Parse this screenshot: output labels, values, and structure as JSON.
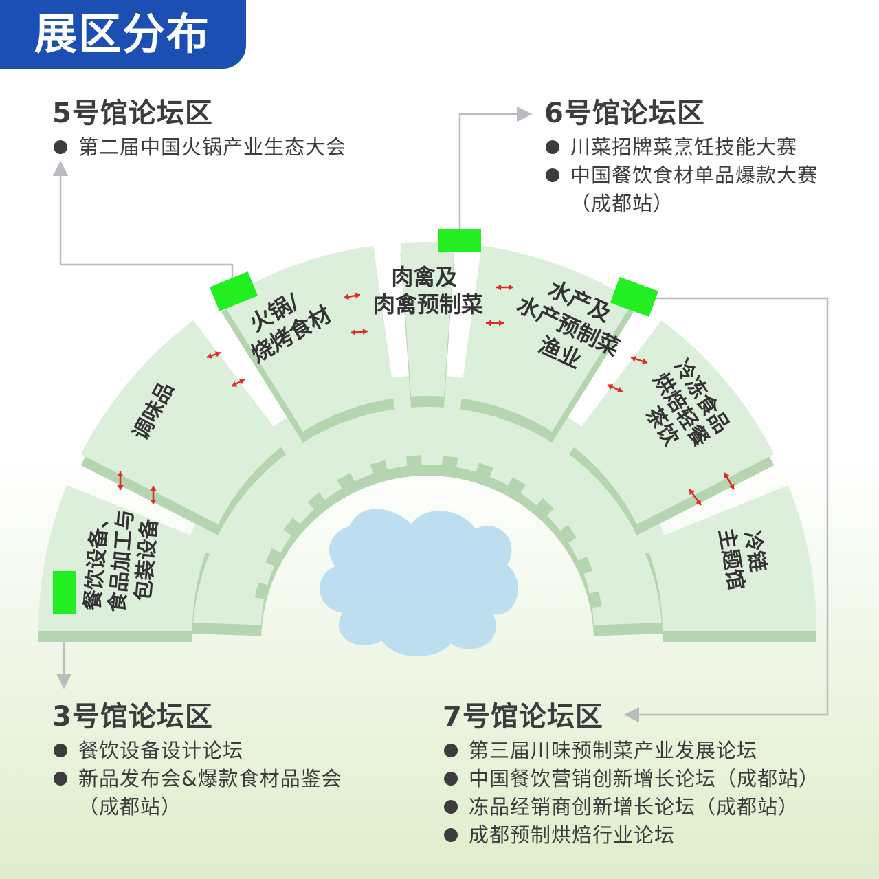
{
  "title": "展区分布",
  "forums": {
    "h5": {
      "title": "5号馆论坛区",
      "items": [
        "第二届中国火锅产业生态大会"
      ]
    },
    "h6": {
      "title": "6号馆论坛区",
      "items": [
        "川菜招牌菜烹饪技能大赛",
        "中国餐饮食材单品爆款大赛",
        "（成都站）"
      ]
    },
    "h3": {
      "title": "3号馆论坛区",
      "items": [
        "餐饮设备设计论坛",
        "新品发布会&爆款食材品鉴会",
        "（成都站）"
      ]
    },
    "h7": {
      "title": "7号馆论坛区",
      "items": [
        "第三届川味预制菜产业发展论坛",
        "中国餐饮营销创新增长论坛（成都站）",
        "冻品经销商创新增长论坛（成都站）",
        "成都预制烘焙行业论坛"
      ]
    }
  },
  "zones": {
    "z1": [
      "餐饮设备、",
      "食品加工与",
      "包装设备"
    ],
    "z2": [
      "调味品"
    ],
    "z3": [
      "火锅/",
      "烧烤食材"
    ],
    "z4": [
      "肉禽及",
      "肉禽预制菜"
    ],
    "z5": [
      "水产及",
      "水产预制菜",
      "渔业"
    ],
    "z6": [
      "冷冻食品",
      "烘焙轻餐",
      "茶饮"
    ],
    "z7": [
      "冷链",
      "主题馆"
    ]
  },
  "colors": {
    "banner": "#1b4fb4",
    "zone_fill": "#dcefda",
    "zone_edge": "#b5d5b0",
    "forum_marker": "#22ee22",
    "arrow": "#e02a2a",
    "connector": "#b8bcc0",
    "pond": "#b9dcef"
  }
}
